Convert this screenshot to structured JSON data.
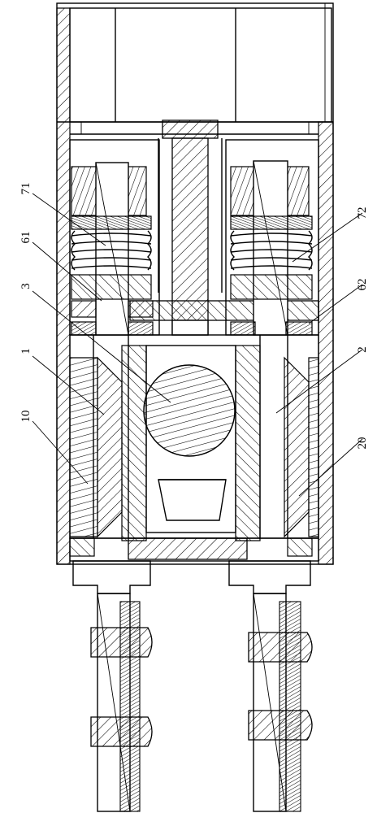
{
  "figure": {
    "labels": {
      "part_71": "71",
      "part_61": "61",
      "part_3": "3",
      "part_1": "1",
      "part_10": "10",
      "part_72": "72",
      "part_62": "62",
      "part_2": "2",
      "part_20": "20"
    },
    "colors": {
      "line": "#000000",
      "background": "#ffffff"
    }
  }
}
